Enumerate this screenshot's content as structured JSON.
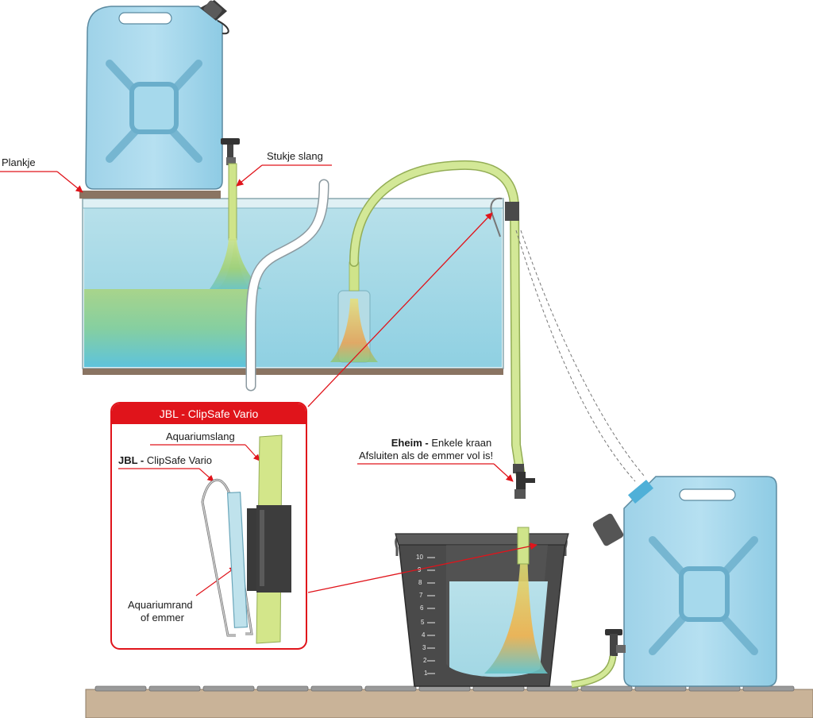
{
  "labels": {
    "plankje": "Plankje",
    "stukje_slang": "Stukje slang",
    "callout_title": "JBL - ClipSafe Vario",
    "aquariumslang": "Aquariumslang",
    "clipsafe_bold": "JBL -",
    "clipsafe_rest": " ClipSafe Vario",
    "aquariumrand_line1": "Aquariumrand",
    "aquariumrand_line2": "of emmer",
    "eheim_bold": "Eheim -",
    "eheim_rest": " Enkele kraan",
    "eheim_line2": "Afsluiten als de emmer vol is!"
  },
  "bucket_scale": [
    "10",
    "9",
    "8",
    "7",
    "6",
    "5",
    "4",
    "3",
    "2",
    "1"
  ],
  "colors": {
    "callout_red": "#e0141b",
    "water_blue": "#a9d9e6",
    "canister_blue": "#a6d9ec",
    "hose_green": "#cfe48a",
    "wood": "#c9b398",
    "bucket": "#4a4a4a"
  }
}
